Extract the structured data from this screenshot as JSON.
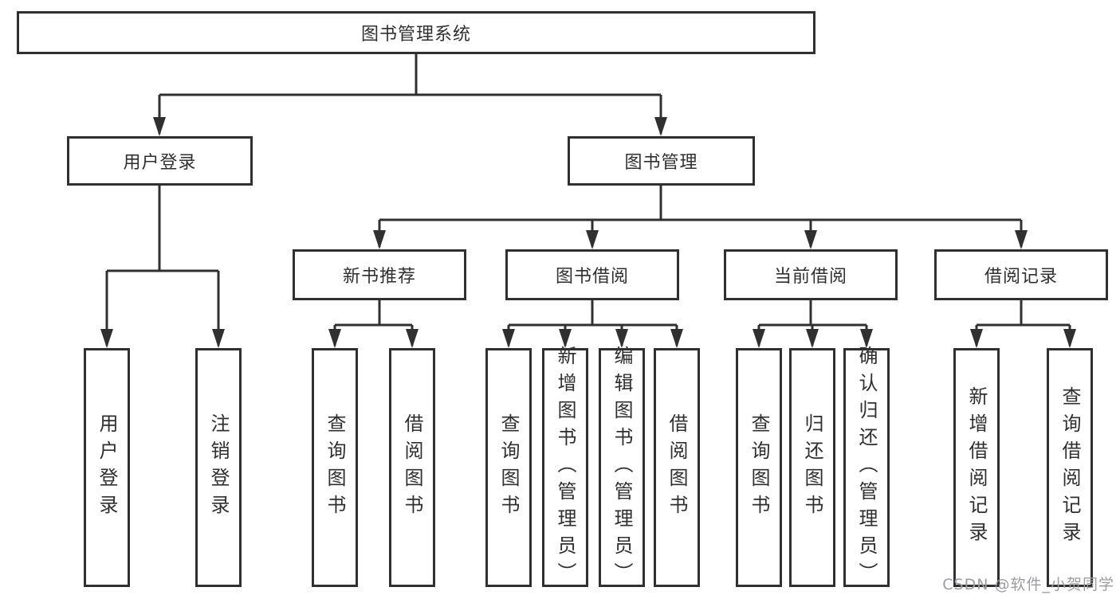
{
  "colors": {
    "line": "#303030",
    "text": "#2f2f2f",
    "background": "#ffffff",
    "watermark_text": "#9c9ca4"
  },
  "root": {
    "label": "图书管理系统"
  },
  "branches": [
    {
      "label": "用户登录",
      "children": [
        {
          "label": "用户登录"
        },
        {
          "label": "注销登录"
        }
      ]
    },
    {
      "label": "图书管理",
      "children": [
        {
          "label": "新书推荐",
          "children": [
            {
              "label": "查询图书"
            },
            {
              "label": "借阅图书"
            }
          ]
        },
        {
          "label": "图书借阅",
          "children": [
            {
              "label": "查询图书"
            },
            {
              "label": "新增图书（管理员）"
            },
            {
              "label": "编辑图书（管理员）"
            },
            {
              "label": "借阅图书"
            }
          ]
        },
        {
          "label": "当前借阅",
          "children": [
            {
              "label": "查询图书"
            },
            {
              "label": "归还图书"
            },
            {
              "label": "确认归还（管理员）"
            }
          ]
        },
        {
          "label": "借阅记录",
          "children": [
            {
              "label": "新增借阅记录"
            },
            {
              "label": "查询借阅记录"
            }
          ]
        }
      ]
    }
  ],
  "watermark": {
    "text": "CSDN @软件_小贺同学"
  }
}
